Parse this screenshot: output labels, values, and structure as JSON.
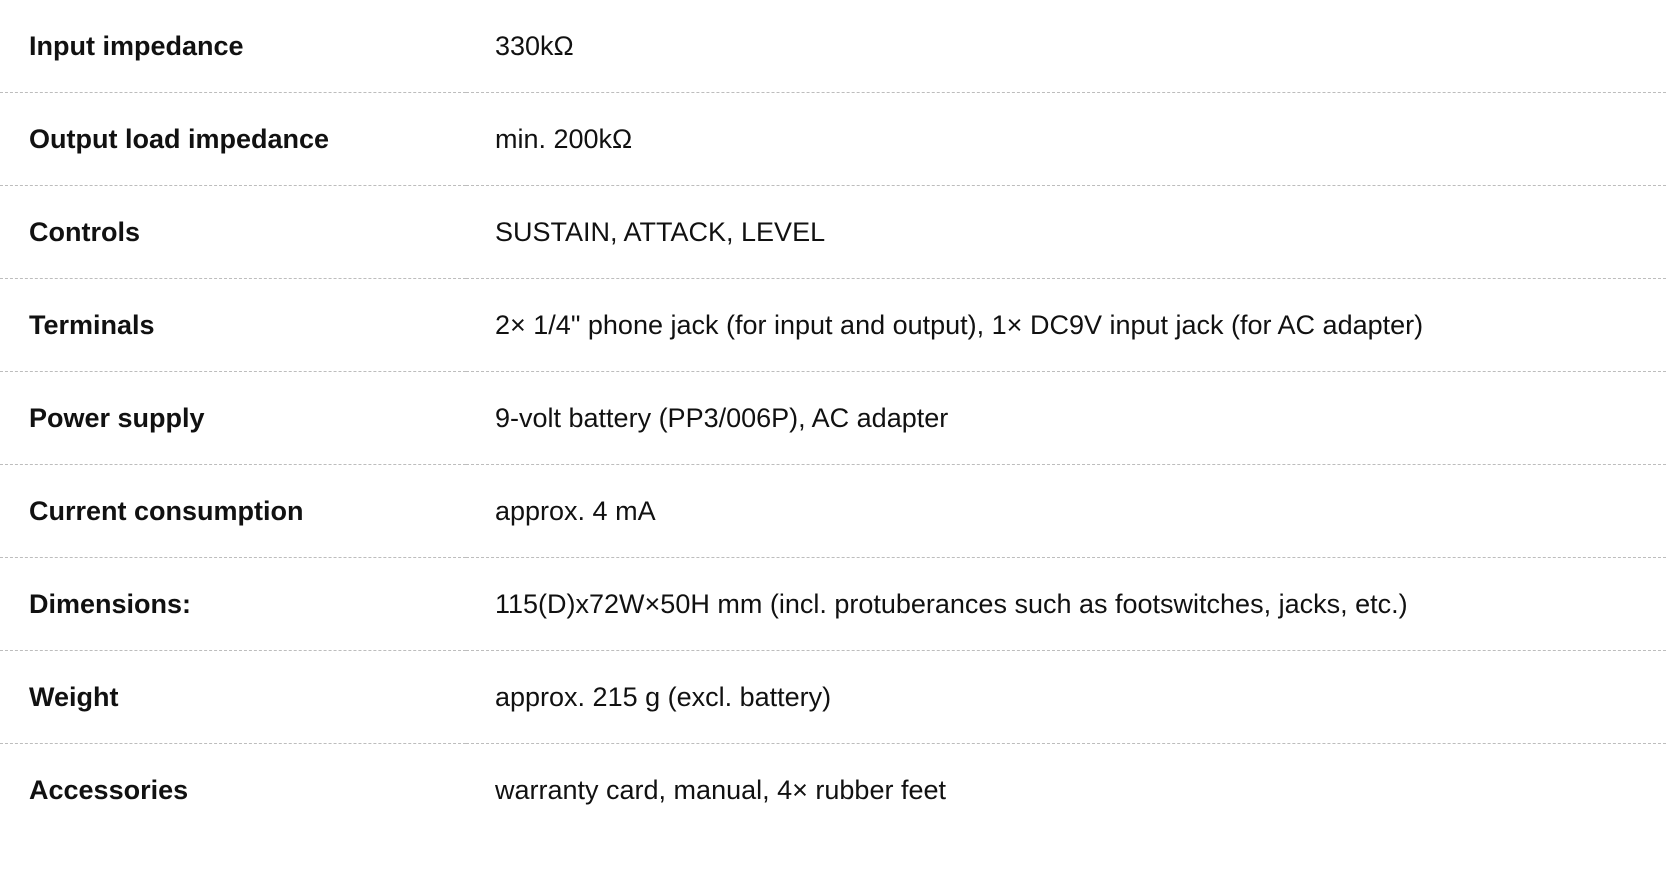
{
  "specs": [
    {
      "label": "Input impedance",
      "value": "330kΩ"
    },
    {
      "label": "Output load impedance",
      "value": "min. 200kΩ"
    },
    {
      "label": "Controls",
      "value": "SUSTAIN, ATTACK, LEVEL"
    },
    {
      "label": "Terminals",
      "value": "2× 1/4\" phone jack (for input and output), 1× DC9V input jack (for AC adapter)"
    },
    {
      "label": "Power supply",
      "value": "9-volt battery (PP3/006P), AC adapter"
    },
    {
      "label": "Current consumption",
      "value": "approx. 4 mA"
    },
    {
      "label": "Dimensions:",
      "value": "115(D)x72W×50H mm (incl. protuberances such as footswitches, jacks, etc.)"
    },
    {
      "label": "Weight",
      "value": "approx. 215 g (excl. battery)"
    },
    {
      "label": "Accessories",
      "value": "warranty card, manual, 4× rubber feet"
    }
  ]
}
